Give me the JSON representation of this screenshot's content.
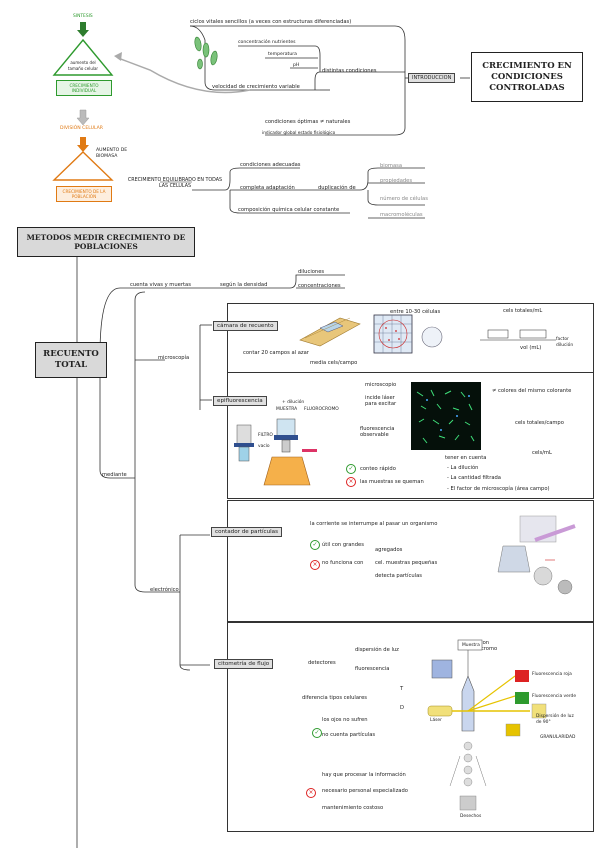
{
  "top": {
    "sintesis": "SINTESIS",
    "aumento": "aumento del tamaño celular",
    "crec_individual": "CRECIMIENTO INDIVIDUAL",
    "division": "DIVISIÓN CELULAR",
    "aumento_biomasa": "AUMENTO DE BIOMASA",
    "crec_poblacion": "CRECIMIENTO DE LA POBLACIÓN",
    "ciclos": "ciclos vitales sencillos (a veces con estructuras diferenciadas)",
    "conc_nutrientes": "concentración nutrientes",
    "temperatura": "temperatura",
    "ph": "pH",
    "distintas": "distintas condiciones",
    "velocidad": "velocidad de crecimiento variable",
    "condiciones_optimas": "condiciones óptimas ≠ naturales",
    "indicador": "indicador global estado fisiológico",
    "introduccion": "INTRODUCCION",
    "titulo": "CRECIMIENTO EN CONDICIONES CONTROLADAS",
    "equilibrado": "CRECIMIENTO EQUILIBRADO EN TODAS LAS CELULAS",
    "cond_adecuadas": "condiciones adecuadas",
    "completa": "completa adaptación",
    "duplicacion": "duplicación de",
    "composicion": "composición química celular constante",
    "dup_items": [
      "biomasa",
      "propiedades",
      "número de células",
      "macromoléculas"
    ]
  },
  "metodos": "METODOS MEDIR CRECIMIENTO DE POBLACIONES",
  "recuento": "RECUENTO TOTAL",
  "ramas": {
    "vivas": "cuenta vivas y muertas",
    "segun": "según la densidad",
    "diluciones": "diluciones",
    "concentraciones": "concentraciones",
    "mediante": "mediante",
    "microscopia": "microscopía",
    "electronico": "electrónico"
  },
  "camara": {
    "label": "cámara de recuento",
    "entre": "entre 10-30 células",
    "cels": "cels totales/mL",
    "contar": "contar 20 campos al azar",
    "media": "media cels/campo",
    "formula_den": "vol (mL)",
    "factor": "factor dilución"
  },
  "epi": {
    "label": "epifluorescencia",
    "microscopio": "microscopio",
    "incide": "incide láser para excitar",
    "fluorescencia": "fluorescencia observable",
    "colores": "≠ colores del mismo colorante",
    "cels_campo": "cels totales/campo",
    "cels_ml": "cels/mL",
    "filtro": "FILTRO",
    "vacio": "vacío",
    "muestra": "MUESTRA",
    "fluoro": "FLUOROCROMO",
    "dilucion": "+ dilución",
    "conteo": "conteo rápido",
    "quemen": "las muestras se queman",
    "tener": "tener en cuenta",
    "tener_items": [
      "- La dilución",
      "- La cantidad filtrada",
      "- El factor de microscopía (área campo)"
    ]
  },
  "contador": {
    "label": "contador de partículas",
    "corriente": "la corriente se interrumpe al pasar un organismo",
    "util": "útil con grandes",
    "no_funciona": "no funciona con",
    "items": [
      "agregados",
      "cel. muestras pequeñas",
      "detecta partículas"
    ]
  },
  "citometria": {
    "label": "citometría de flujo",
    "detectores": "detectores",
    "dispersion": "dispersión de luz",
    "fluorescencia": "fluorescencia",
    "diferencia": "diferencia tipos celulares",
    "T": "T",
    "D": "D",
    "ojos": "los ojos no sufren",
    "no_cuenta": "no cuenta partículas",
    "procesar": "hay que procesar la información",
    "personal": "necesario personal especializado",
    "mantenimiento": "mantenimiento costoso",
    "tenir": "tenir con fluorocromo",
    "muestra": "Muestra",
    "laser": "Láser",
    "desechos": "Desechos",
    "fluor_roja": "Fluorescencia roja",
    "fluor_verde": "Fluorescencia verde",
    "granularidad": "GRANULARIDAD",
    "dispersion_lat": "Dispersión de luz de 90°"
  },
  "colors": {
    "green": "#2e9a2e",
    "orange": "#e07a14",
    "red": "#d22222"
  }
}
